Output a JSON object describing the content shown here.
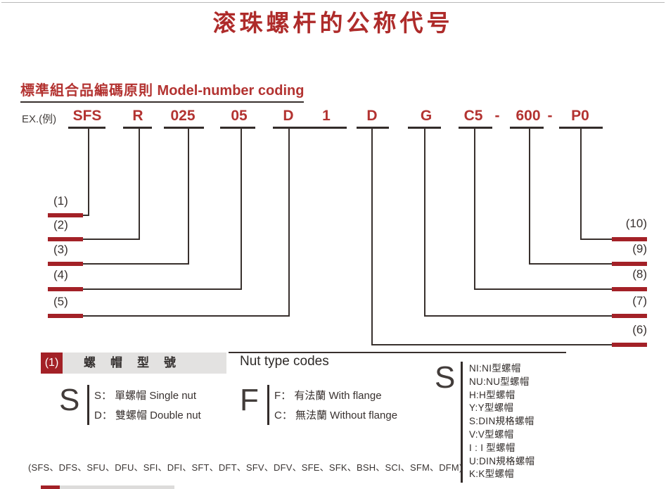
{
  "title": "滚珠螺杆的公称代号",
  "subtitle": {
    "zh": "標準組合品編碼原則",
    "en": " Model-number coding"
  },
  "example_label": "EX.(例)",
  "model": {
    "segments": [
      "SFS",
      "R",
      "025",
      "05",
      "D",
      "1",
      "D",
      "G",
      "C5",
      "-",
      "600",
      "-",
      "P0"
    ]
  },
  "callouts": {
    "left": [
      "(1)",
      "(2)",
      "(3)",
      "(4)",
      "(5)"
    ],
    "right": [
      "(10)",
      "(9)",
      "(8)",
      "(7)",
      "(6)"
    ]
  },
  "nut_section": {
    "index_label": "(1)",
    "heading_zh": "螺帽型號",
    "heading_en": "Nut type codes",
    "col_single_double": {
      "big_letter": "S",
      "rows": [
        "S： 單螺帽  Single nut",
        "D： 雙螺帽  Double nut"
      ]
    },
    "col_flange": {
      "big_letter": "F",
      "rows": [
        "F： 有法蘭  With flange",
        "C： 無法蘭  Without flange"
      ]
    },
    "col_nut_types": {
      "big_letter": "S",
      "rows": [
        "NI:NI型螺帽",
        "NU:NU型螺帽",
        "H:H型螺帽",
        "Y:Y型螺帽",
        "S:DIN規格螺帽",
        "V:V型螺帽",
        "I : I 型螺帽",
        "U:DIN規格螺帽",
        "K:K型螺帽"
      ]
    },
    "series_note": "(SFS、DFS、SFU、DFU、SFI、DFI、SFT、DFT、SFV、DFV、SFE、SFK、BSH、SCI、SFM、DFM)"
  },
  "colors": {
    "accent_red": "#a32127",
    "text_red": "#b33331",
    "line_dark": "#38302d",
    "gray_box": "#e3e2e1"
  }
}
